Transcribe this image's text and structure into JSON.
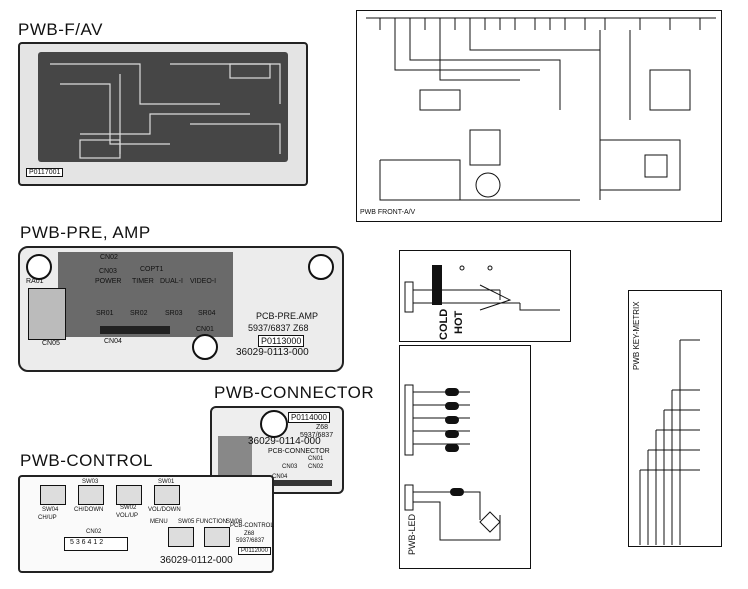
{
  "boards": {
    "front_av": {
      "title": "PWB-F/AV",
      "part": "P0117001"
    },
    "pre_amp": {
      "title": "PWB-PRE, AMP",
      "pcb": "PCB-PRE.AMP",
      "model": "5937/6837  Z68",
      "part": "P0113000",
      "code": "36029-0113-000",
      "labels": [
        "CN02",
        "CN03",
        "POWER",
        "COPT1",
        "TIMER",
        "DUAL-I",
        "VIDEO-I",
        "RA01",
        "SR01",
        "SR02",
        "CN04",
        "CN05",
        "SR03",
        "SR04",
        "CN01"
      ]
    },
    "connector": {
      "title": "PWB-CONNECTOR",
      "part": "P0114000",
      "pcb": "PCB-CONNECTOR",
      "model": "Z68",
      "model2": "5937/6837",
      "code": "36029-0114-000",
      "labels": [
        "CN01",
        "CN02",
        "CN03",
        "CN04"
      ]
    },
    "control": {
      "title": "PWB-CONTROL",
      "pcb": "PCB-CONTROL",
      "model": "Z68",
      "model2": "5937/6837",
      "part": "P0112000",
      "code": "36029-0112-000",
      "switches": [
        "CH/UP",
        "CH/DOWN",
        "VOL/UP",
        "VOL/DOWN",
        "MENU",
        "FUNCTION"
      ],
      "switch_ids": [
        "SW04",
        "SW03",
        "SW02",
        "SW01",
        "SW05",
        "SW06"
      ],
      "connector": "CN02",
      "pins": "5 3 6 4 1 2"
    }
  },
  "schematics": {
    "front_av": {
      "label": "PWB FRONT-A/V"
    },
    "power": {
      "cold": "COLD",
      "hot": "HOT"
    },
    "led": {
      "label": "PWB-LED"
    },
    "key_matrix": {
      "label": "PWB KEY-METRIX"
    }
  }
}
